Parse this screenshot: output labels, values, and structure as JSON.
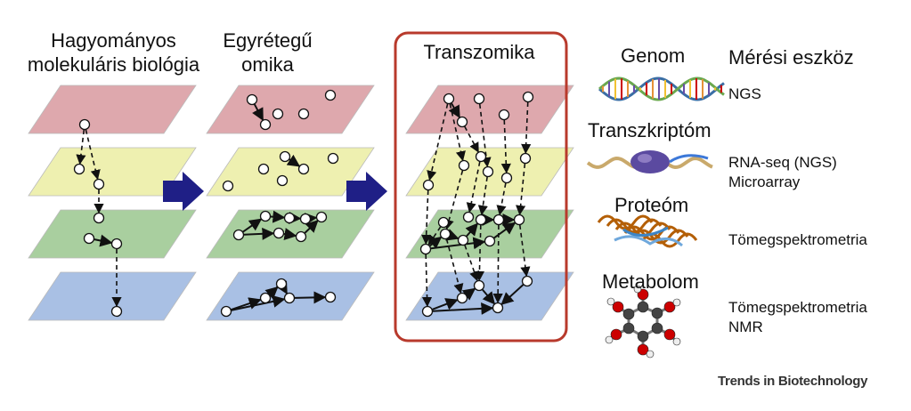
{
  "columns": {
    "traditional": "Hagyományos\nmolekuláris biológia",
    "single_omics": "Egyrétegű\nomika",
    "transomics": "Transzomika"
  },
  "layer_colors": {
    "genome": "#dea8ad",
    "transcriptome": "#eef0b0",
    "proteome": "#a9cf9f",
    "metabolome": "#a9c0e4"
  },
  "frame_color": "#b83a2c",
  "arrow_color": "#1f1f86",
  "measurement": {
    "header": "Mérési eszköz",
    "rows": [
      {
        "omics": "Genom",
        "icon": "dna-double-helix-icon",
        "tools": "NGS"
      },
      {
        "omics": "Transzkriptóm",
        "icon": "rna-polymerase-icon",
        "tools": "RNA-seq (NGS)\nMicroarray"
      },
      {
        "omics": "Proteóm",
        "icon": "protein-ribbon-icon",
        "tools": "Tömegspektrometria"
      },
      {
        "omics": "Metabolom",
        "icon": "glucose-molecule-icon",
        "tools": "Tömegspektrometria\nNMR"
      }
    ]
  },
  "brand": "Trends in Biotechnology"
}
